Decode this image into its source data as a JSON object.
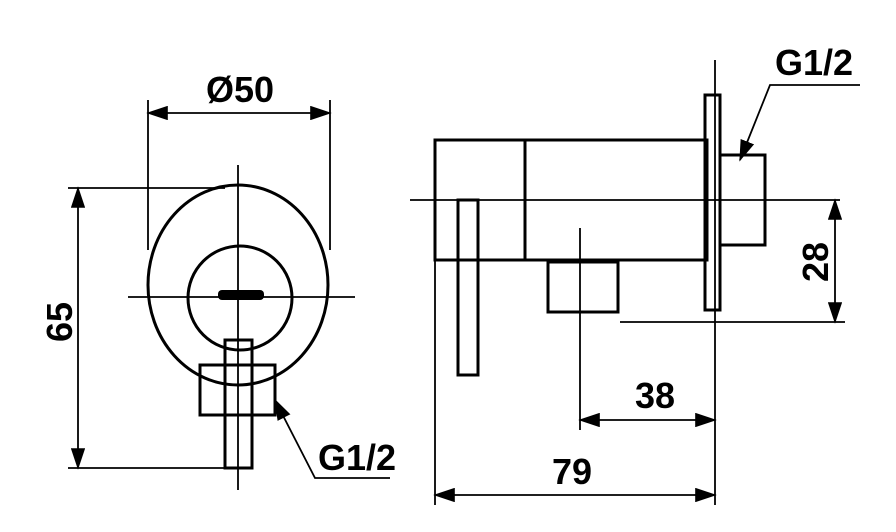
{
  "front_view": {
    "diameter_label": "Ø50",
    "height_label": "65",
    "thread_label": "G1/2"
  },
  "side_view": {
    "thread_label": "G1/2",
    "offset_label": "28",
    "outlet_label": "38",
    "length_label": "79"
  },
  "colors": {
    "line": "#000000",
    "background": "#ffffff"
  }
}
